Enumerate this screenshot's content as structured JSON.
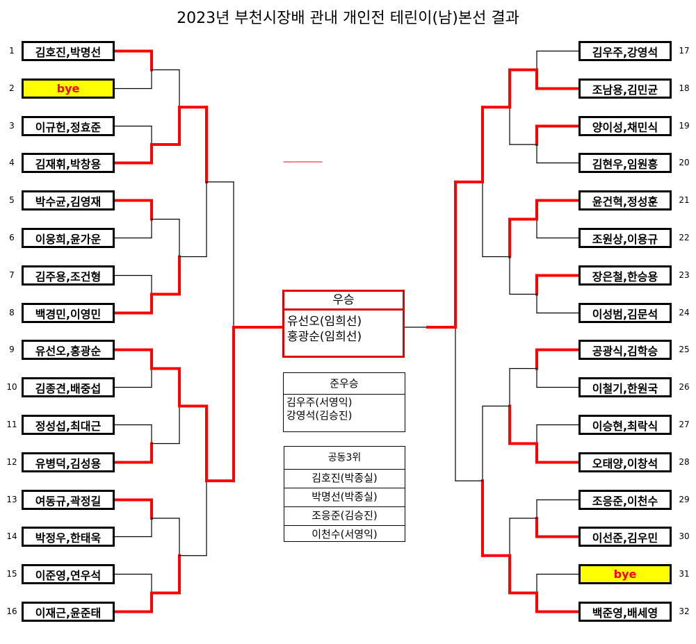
{
  "title": "2023년 부천시장배 관내 개인전 테린이(남)본선 결과",
  "colors": {
    "win_line": "#ff0000",
    "bye_bg": "#ffff00",
    "bye_text": "#ff0000"
  },
  "left_entries": [
    {
      "seed": "1",
      "name": "김호진,박명선"
    },
    {
      "seed": "2",
      "name": "bye"
    },
    {
      "seed": "3",
      "name": "이규헌,정효준"
    },
    {
      "seed": "4",
      "name": "김재휘,박창용"
    },
    {
      "seed": "5",
      "name": "박수균,김영재"
    },
    {
      "seed": "6",
      "name": "이웅희,윤가운"
    },
    {
      "seed": "7",
      "name": "김주용,조건형"
    },
    {
      "seed": "8",
      "name": "백경민,이영민"
    },
    {
      "seed": "9",
      "name": "유선오,홍광순"
    },
    {
      "seed": "10",
      "name": "김종견,배중섭"
    },
    {
      "seed": "11",
      "name": "정성섭,최대근"
    },
    {
      "seed": "12",
      "name": "유병덕,김성용"
    },
    {
      "seed": "13",
      "name": "여동규,곽정길"
    },
    {
      "seed": "14",
      "name": "박정우,한태욱"
    },
    {
      "seed": "15",
      "name": "이준영,연우석"
    },
    {
      "seed": "16",
      "name": "이재근,윤준태"
    }
  ],
  "right_entries": [
    {
      "seed": "17",
      "name": "김우주,강영석"
    },
    {
      "seed": "18",
      "name": "조남용,김민균"
    },
    {
      "seed": "19",
      "name": "양이성,채민식"
    },
    {
      "seed": "20",
      "name": "김현우,임원흥"
    },
    {
      "seed": "21",
      "name": "윤건혁,정성훈"
    },
    {
      "seed": "22",
      "name": "조원상,이용규"
    },
    {
      "seed": "23",
      "name": "장은철,한승용"
    },
    {
      "seed": "24",
      "name": "이성범,김문석"
    },
    {
      "seed": "25",
      "name": "공광식,김학승"
    },
    {
      "seed": "26",
      "name": "이철기,한원국"
    },
    {
      "seed": "27",
      "name": "이승현,최락식"
    },
    {
      "seed": "28",
      "name": "오태양,이창석"
    },
    {
      "seed": "29",
      "name": "조응준,이천수"
    },
    {
      "seed": "30",
      "name": "이선준,김우민"
    },
    {
      "seed": "31",
      "name": "bye"
    },
    {
      "seed": "32",
      "name": "백준영,배세영"
    }
  ],
  "winners": {
    "left_r1": [
      0,
      1,
      0,
      1,
      0,
      1,
      0,
      1
    ],
    "left_r2": [
      1,
      1,
      0,
      1
    ],
    "left_r3": [
      0,
      0
    ],
    "left_r4": 1,
    "right_r1": [
      1,
      0,
      0,
      0,
      0,
      1,
      1,
      1
    ],
    "right_r2": [
      0,
      0,
      1,
      1
    ],
    "right_r3": [
      0,
      1
    ],
    "right_r4": 0,
    "final": "left"
  },
  "results": {
    "champion": {
      "label": "우승",
      "names": [
        "유선오(임희선)",
        "홍광순(임희선)"
      ]
    },
    "runner_up": {
      "label": "준우승",
      "names": [
        "김우주(서영익)",
        "강영석(김승진)"
      ]
    },
    "third": {
      "label": "공동3위",
      "names": [
        "김호진(박종실)",
        "박명선(박종실)",
        "조응준(김승진)",
        "이천수(서영익)"
      ]
    }
  }
}
